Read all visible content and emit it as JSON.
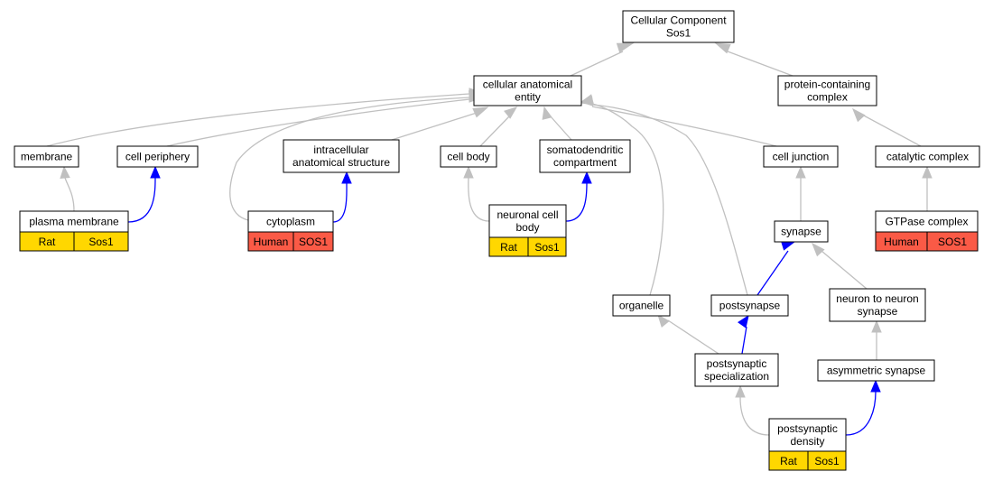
{
  "colors": {
    "gray_edge": "#c0c0c0",
    "blue_edge": "#0000ff",
    "rat": "#ffd700",
    "human": "#fa5a46"
  },
  "nodes": {
    "root": [
      "Cellular Component",
      "Sos1"
    ],
    "cae": [
      "cellular anatomical",
      "entity"
    ],
    "pcc": [
      "protein-containing",
      "complex"
    ],
    "membrane": [
      "membrane"
    ],
    "cell_periphery": [
      "cell periphery"
    ],
    "ias": [
      "intracellular",
      "anatomical structure"
    ],
    "cell_body": [
      "cell body"
    ],
    "sdc": [
      "somatodendritic",
      "compartment"
    ],
    "cell_junction": [
      "cell junction"
    ],
    "catalytic_complex": [
      "catalytic complex"
    ],
    "plasma_membrane": [
      "plasma membrane"
    ],
    "cytoplasm": [
      "cytoplasm"
    ],
    "ncb": [
      "neuronal cell",
      "body"
    ],
    "synapse": [
      "synapse"
    ],
    "gtpase": [
      "GTPase complex"
    ],
    "organelle": [
      "organelle"
    ],
    "postsynapse": [
      "postsynapse"
    ],
    "ntn": [
      "neuron to neuron",
      "synapse"
    ],
    "pss": [
      "postsynaptic",
      "specialization"
    ],
    "asym": [
      "asymmetric synapse"
    ],
    "psd": [
      "postsynaptic",
      "density"
    ]
  },
  "annotations": {
    "plasma_membrane": [
      "Rat",
      "Sos1"
    ],
    "cytoplasm": [
      "Human",
      "SOS1"
    ],
    "ncb": [
      "Rat",
      "Sos1"
    ],
    "gtpase": [
      "Human",
      "SOS1"
    ],
    "psd": [
      "Rat",
      "Sos1"
    ]
  }
}
